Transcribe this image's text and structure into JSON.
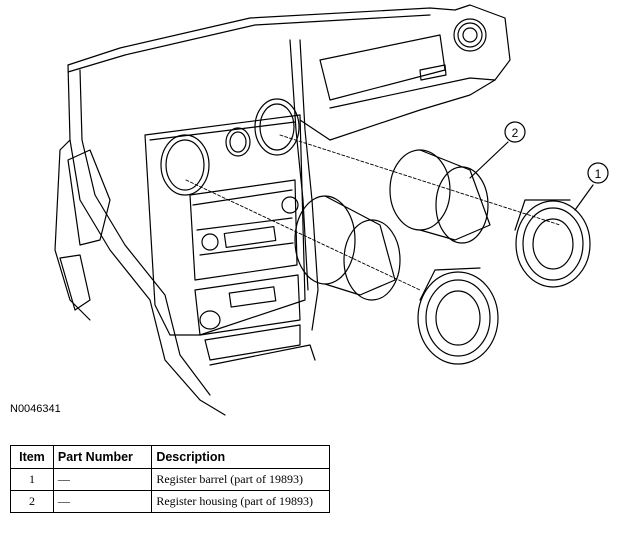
{
  "figure": {
    "id": "N0046341",
    "callouts": [
      "1",
      "2"
    ]
  },
  "table": {
    "headers": [
      "Item",
      "Part Number",
      "Description"
    ],
    "rows": [
      {
        "item": "1",
        "part_number": "—",
        "description": "Register barrel (part of 19893)"
      },
      {
        "item": "2",
        "part_number": "—",
        "description": "Register housing (part of 19893)"
      }
    ]
  }
}
